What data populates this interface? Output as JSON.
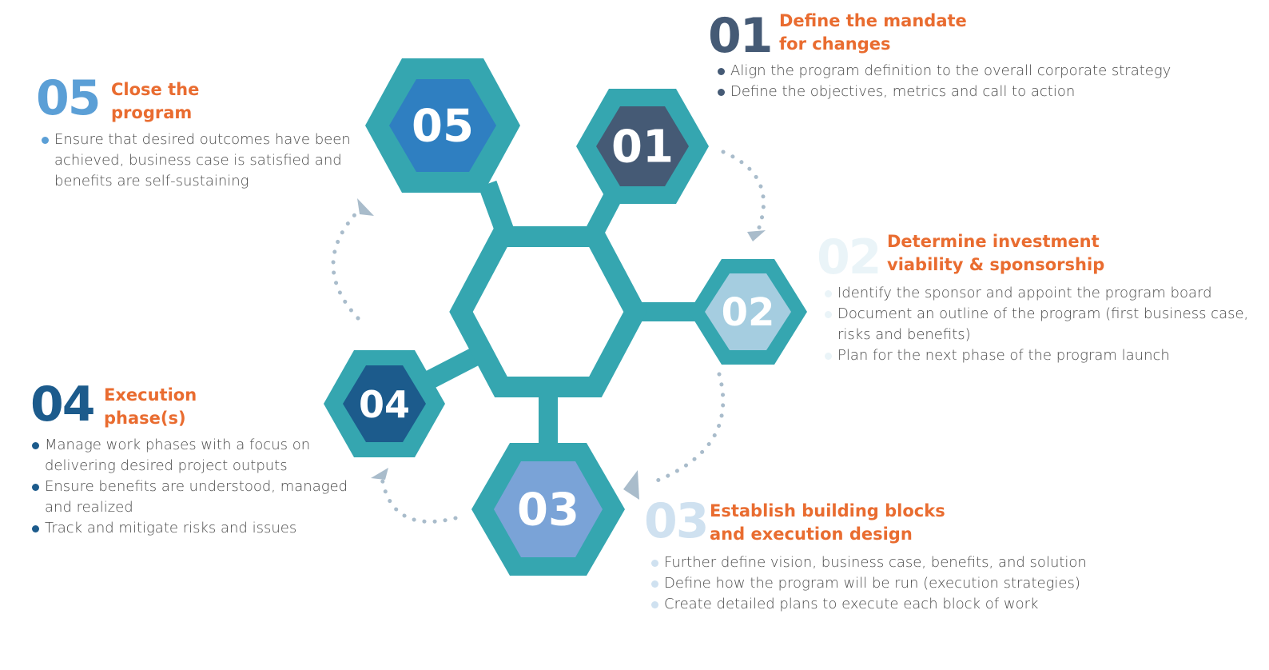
{
  "colors": {
    "teal": "#35a6b0",
    "orange_title": "#e96c30",
    "arrow": "#a9bccb",
    "step01": "#455a75",
    "step02": "#a5cde0",
    "step03": "#7aa3d7",
    "step04": "#1c5b8c",
    "step05": "#2f7fc1"
  },
  "steps": [
    {
      "number": "01",
      "title_line1": "Define the mandate",
      "title_line2": "for changes",
      "bullets": [
        "Align the program definition to the overall corporate strategy",
        "Define the objectives, metrics and call to action"
      ]
    },
    {
      "number": "02",
      "title_line1": "Determine investment",
      "title_line2": "viability & sponsorship",
      "bullets": [
        "Identify the sponsor and appoint the program board",
        "Document an outline of the program (first business case,",
        "risks and benefits)",
        "Plan for the next phase of the program launch"
      ]
    },
    {
      "number": "03",
      "title_line1": "Establish building blocks",
      "title_line2": "and execution design",
      "bullets": [
        "Further define vision, business case, benefits, and solution",
        "Define how the program will be run (execution strategies)",
        "Create detailed plans to execute each block of work"
      ]
    },
    {
      "number": "04",
      "title_line1": "Execution",
      "title_line2": "phase(s)",
      "bullets": [
        "Manage work phases with a focus on",
        "delivering desired project outputs",
        "Ensure benefits are understood, managed",
        "and realized",
        "Track and mitigate risks and issues"
      ]
    },
    {
      "number": "05",
      "title_line1": "Close the",
      "title_line2": "program",
      "bullets": [
        "Ensure that desired outcomes have been",
        "achieved, business case is satisfied and",
        "benefits are self-sustaining"
      ]
    }
  ]
}
